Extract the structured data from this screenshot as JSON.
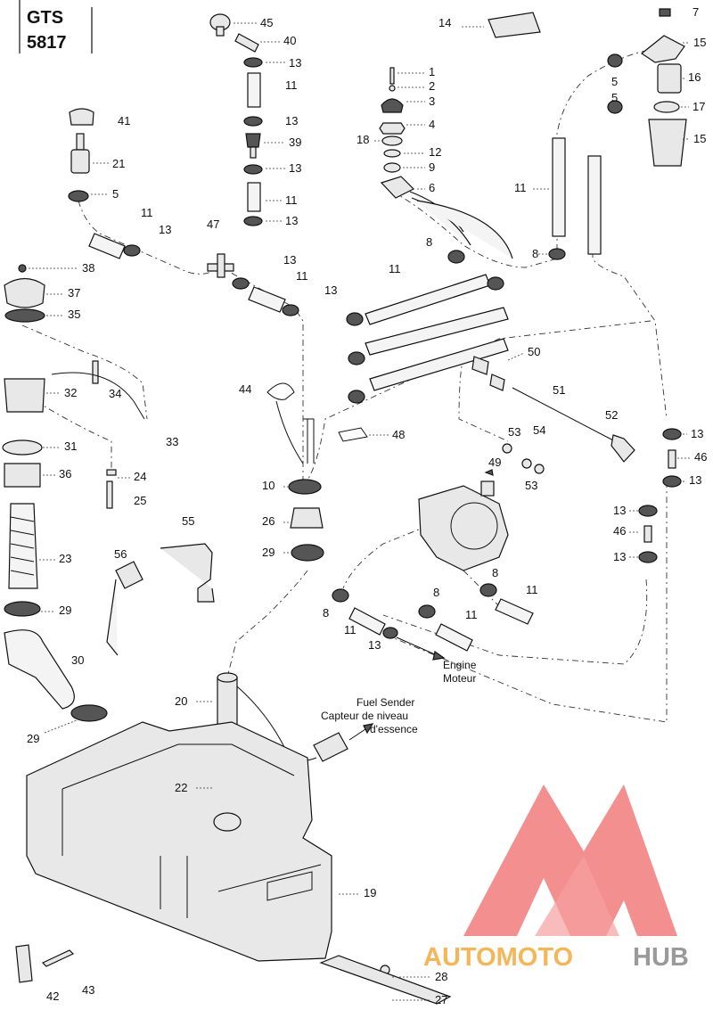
{
  "header": {
    "model": "GTS",
    "code": "5817"
  },
  "labels": [
    {
      "n": "45"
    },
    {
      "n": "40"
    },
    {
      "n": "13"
    },
    {
      "n": "11"
    },
    {
      "n": "13"
    },
    {
      "n": "39"
    },
    {
      "n": "13"
    },
    {
      "n": "11"
    },
    {
      "n": "13"
    },
    {
      "n": "41"
    },
    {
      "n": "21"
    },
    {
      "n": "5"
    },
    {
      "n": "11"
    },
    {
      "n": "13"
    },
    {
      "n": "47"
    },
    {
      "n": "13"
    },
    {
      "n": "11"
    },
    {
      "n": "13"
    },
    {
      "n": "1"
    },
    {
      "n": "2"
    },
    {
      "n": "3"
    },
    {
      "n": "4"
    },
    {
      "n": "18"
    },
    {
      "n": "12"
    },
    {
      "n": "9"
    },
    {
      "n": "6"
    },
    {
      "n": "14"
    },
    {
      "n": "7"
    },
    {
      "n": "15"
    },
    {
      "n": "5"
    },
    {
      "n": "16"
    },
    {
      "n": "5"
    },
    {
      "n": "17"
    },
    {
      "n": "15"
    },
    {
      "n": "11"
    },
    {
      "n": "8"
    },
    {
      "n": "8"
    },
    {
      "n": "11"
    },
    {
      "n": "38"
    },
    {
      "n": "37"
    },
    {
      "n": "35"
    },
    {
      "n": "34"
    },
    {
      "n": "32"
    },
    {
      "n": "33"
    },
    {
      "n": "31"
    },
    {
      "n": "36"
    },
    {
      "n": "24"
    },
    {
      "n": "25"
    },
    {
      "n": "23"
    },
    {
      "n": "29"
    },
    {
      "n": "30"
    },
    {
      "n": "29"
    },
    {
      "n": "56"
    },
    {
      "n": "55"
    },
    {
      "n": "44"
    },
    {
      "n": "48"
    },
    {
      "n": "10"
    },
    {
      "n": "26"
    },
    {
      "n": "29"
    },
    {
      "n": "50"
    },
    {
      "n": "51"
    },
    {
      "n": "52"
    },
    {
      "n": "53"
    },
    {
      "n": "54"
    },
    {
      "n": "53"
    },
    {
      "n": "49"
    },
    {
      "n": "13"
    },
    {
      "n": "46"
    },
    {
      "n": "13"
    },
    {
      "n": "13"
    },
    {
      "n": "46"
    },
    {
      "n": "13"
    },
    {
      "n": "8"
    },
    {
      "n": "11"
    },
    {
      "n": "8"
    },
    {
      "n": "11"
    },
    {
      "n": "8"
    },
    {
      "n": "11"
    },
    {
      "n": "13"
    },
    {
      "n": "20"
    },
    {
      "n": "22"
    },
    {
      "n": "19"
    },
    {
      "n": "42"
    },
    {
      "n": "43"
    },
    {
      "n": "28"
    },
    {
      "n": "27"
    }
  ],
  "notes": {
    "engine_en": "Engine",
    "engine_fr": "Moteur",
    "sender_en": "Fuel Sender",
    "sender_fr1": "Capteur de niveau",
    "sender_fr2": "d'essence"
  },
  "watermark": {
    "part1": "AUTOMOTO",
    "part2": "HUB"
  },
  "colors": {
    "ink": "#111111",
    "watermark_red": "#f07070",
    "watermark_orange": "#f5b65a",
    "watermark_gray": "#9a9a9a"
  }
}
